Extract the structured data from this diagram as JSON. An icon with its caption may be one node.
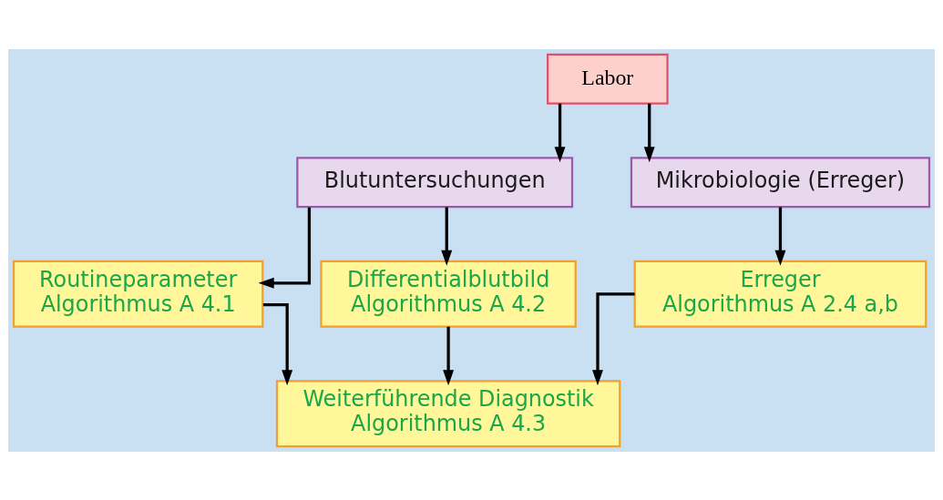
{
  "diagram": {
    "nodes": [
      {
        "text": [
          "Labor"
        ]
      },
      {
        "text": [
          "Blutuntersuchungen"
        ]
      },
      {
        "text": [
          "Mikrobiologie (Erreger)"
        ]
      },
      {
        "text": [
          "Routineparameter",
          "Algorithmus A 4.1"
        ]
      },
      {
        "text": [
          "Differentialblutbild",
          "Algorithmus A 4.2"
        ]
      },
      {
        "text": [
          "Erreger",
          "Algorithmus A 2.4 a,b"
        ]
      },
      {
        "text": [
          "Weiterführende Diagnostik",
          "Algorithmus A 4.3"
        ]
      }
    ],
    "edges": [
      {
        "from": 0,
        "to": 1,
        "arrow": "to"
      },
      {
        "from": 0,
        "to": 2,
        "arrow": "to"
      },
      {
        "from": 1,
        "to": 3,
        "arrow": "to"
      },
      {
        "from": 1,
        "to": 4,
        "arrow": "to"
      },
      {
        "from": 2,
        "to": 5,
        "arrow": "to"
      },
      {
        "from": 3,
        "to": 6,
        "arrow": "to"
      },
      {
        "from": 4,
        "to": 6,
        "arrow": "to"
      },
      {
        "from": 5,
        "to": 6,
        "arrow": "to"
      }
    ]
  }
}
